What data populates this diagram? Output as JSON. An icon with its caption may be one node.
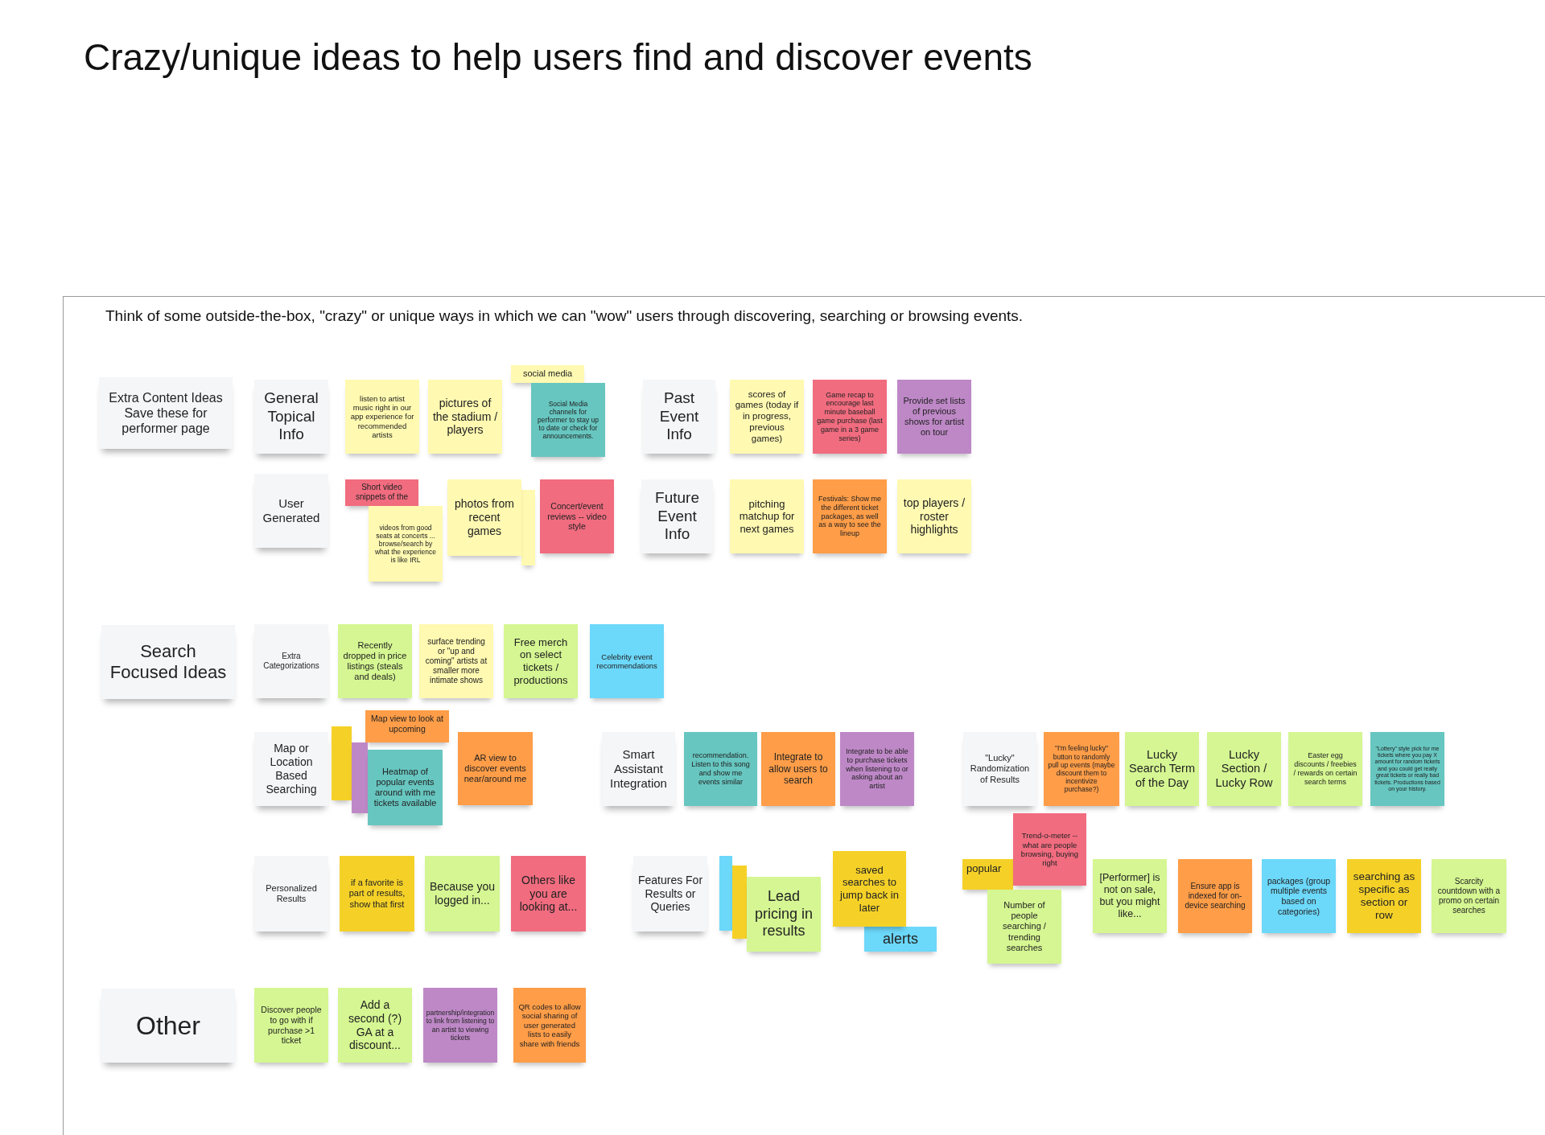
{
  "diagram": {
    "title": "Crazy/unique ideas to help users find and discover events",
    "nodes": [
      {
        "text": [
          "Think of some outside-the-box, \"crazy\" or unique ways in which we can \"wow\" users through discovering, searching or browsing events."
        ]
      },
      {
        "text": [
          "Extra Content Ideas Save these for performer page"
        ],
        "in": 0
      },
      {
        "text": [
          "General Topical Info"
        ],
        "in": 0
      },
      {
        "text": [
          "listen to artist music right in our app experience for recommended artists"
        ],
        "in": 0
      },
      {
        "text": [
          "pictures of the stadium / players"
        ],
        "in": 0
      },
      {
        "text": [
          "social media"
        ],
        "in": 0
      },
      {
        "text": [
          "Social Media channels for performer to stay up to date or check for announcements."
        ],
        "in": 0
      },
      {
        "text": [
          "Past Event Info"
        ],
        "in": 0
      },
      {
        "text": [
          "scores of games (today if in progress, previous games)"
        ],
        "in": 0
      },
      {
        "text": [
          "Game recap to encourage last minute baseball game purchase (last game in a 3 game series)"
        ],
        "in": 0
      },
      {
        "text": [
          "Provide set lists of previous shows for artist on tour"
        ],
        "in": 0
      },
      {
        "text": [
          "User Generated"
        ],
        "in": 0
      },
      {
        "text": [
          "Short video snippets of the"
        ],
        "in": 0
      },
      {
        "text": [
          "videos from good seats at concerts ... browse/search by what the experience is like IRL"
        ],
        "in": 0
      },
      {
        "text": [],
        "shape": "box",
        "in": 0
      },
      {
        "text": [
          "photos from recent games"
        ],
        "in": 0
      },
      {
        "text": [
          "Concert/event reviews -- video style"
        ],
        "in": 0
      },
      {
        "text": [
          "Future Event Info"
        ],
        "in": 0
      },
      {
        "text": [
          "pitching matchup for next games"
        ],
        "in": 0
      },
      {
        "text": [
          "Festivals: Show me the different ticket packages, as well as a way to see the lineup"
        ],
        "in": 0
      },
      {
        "text": [
          "top players / roster highlights"
        ],
        "in": 0
      },
      {
        "text": [
          "Search Focused Ideas"
        ],
        "in": 0
      },
      {
        "text": [
          "Extra Categorizations"
        ],
        "in": 0
      },
      {
        "text": [
          "Recently dropped in price listings (steals and deals)"
        ],
        "in": 0
      },
      {
        "text": [
          "surface trending or \"up and coming\" artists at smaller more intimate shows"
        ],
        "in": 0
      },
      {
        "text": [
          "Free merch on select tickets / productions"
        ],
        "in": 0
      },
      {
        "text": [
          "Celebrity event recommendations"
        ],
        "in": 0
      },
      {
        "text": [
          "Map or Location Based Searching"
        ],
        "in": 0
      },
      {
        "text": [],
        "shape": "box",
        "in": 0
      },
      {
        "text": [
          "Map view to look at upcoming"
        ],
        "in": 0
      },
      {
        "text": [],
        "shape": "box",
        "in": 0
      },
      {
        "text": [
          "Heatmap of popular events around with me tickets available"
        ],
        "in": 0
      },
      {
        "text": [
          "AR view to discover events near/around me"
        ],
        "in": 0
      },
      {
        "text": [
          "Smart Assistant Integration"
        ],
        "in": 0
      },
      {
        "text": [
          "recommendation. Listen to this song and show me events similar"
        ],
        "in": 0
      },
      {
        "text": [
          "Integrate to allow users to search"
        ],
        "in": 0
      },
      {
        "text": [
          "Integrate to be able to purchase tickets when listening to or asking about an artist"
        ],
        "in": 0
      },
      {
        "text": [
          "\"Lucky\" Randomization of Results"
        ],
        "in": 0
      },
      {
        "text": [
          "\"I'm feeling lucky\" button to randomly pull up events (maybe discount them to incentivize purchase?)"
        ],
        "in": 0
      },
      {
        "text": [
          "Lucky Search Term of the Day"
        ],
        "in": 0
      },
      {
        "text": [
          "Lucky Section / Lucky Row"
        ],
        "in": 0
      },
      {
        "text": [
          "Easter egg discounts / freebies / rewards on certain search terms"
        ],
        "in": 0
      },
      {
        "text": [
          "\"Lottery\" style pick for me tickets where you pay X amount for random tickets and you could get really great tickets or really bad tickets. Productions based on your history."
        ],
        "in": 0
      },
      {
        "text": [
          "Personalized Results"
        ],
        "in": 0
      },
      {
        "text": [
          "if a favorite is part of results, show that first"
        ],
        "in": 0
      },
      {
        "text": [
          "Because you logged in..."
        ],
        "in": 0
      },
      {
        "text": [
          "Others like you are looking at..."
        ],
        "in": 0
      },
      {
        "text": [
          "Features For Results or Queries"
        ],
        "in": 0
      },
      {
        "text": [],
        "shape": "box",
        "in": 0
      },
      {
        "text": [],
        "shape": "box",
        "in": 0
      },
      {
        "text": [
          "Lead pricing in results"
        ],
        "in": 0
      },
      {
        "text": [
          "alerts"
        ],
        "in": 0
      },
      {
        "text": [
          "saved searches to jump back in later"
        ],
        "in": 0
      },
      {
        "text": [
          "popular"
        ],
        "in": 0
      },
      {
        "text": [
          "Trend-o-meter -- what are people browsing, buying right"
        ],
        "in": 0
      },
      {
        "text": [
          "Number of people searching / trending searches"
        ],
        "in": 0
      },
      {
        "text": [
          "[Performer] is not on sale, but you might like..."
        ],
        "in": 0
      },
      {
        "text": [
          "Ensure app is indexed for on-device searching"
        ],
        "in": 0
      },
      {
        "text": [
          "packages (group multiple events based on categories)"
        ],
        "in": 0
      },
      {
        "text": [
          "searching as specific as section or row"
        ],
        "in": 0
      },
      {
        "text": [
          "Scarcity countdown with a promo on certain searches"
        ],
        "in": 0
      },
      {
        "text": [
          "Other"
        ],
        "in": 0
      },
      {
        "text": [
          "Discover people to go with if purchase >1 ticket"
        ],
        "in": 0
      },
      {
        "text": [
          "Add a second (?) GA at a discount..."
        ],
        "in": 0
      },
      {
        "text": [
          "partnership/integration to link from listening to an artist to viewing tickets"
        ],
        "in": 0
      },
      {
        "text": [
          "QR codes to allow social sharing of user generated lists to easily share with friends"
        ],
        "in": 0
      }
    ]
  }
}
